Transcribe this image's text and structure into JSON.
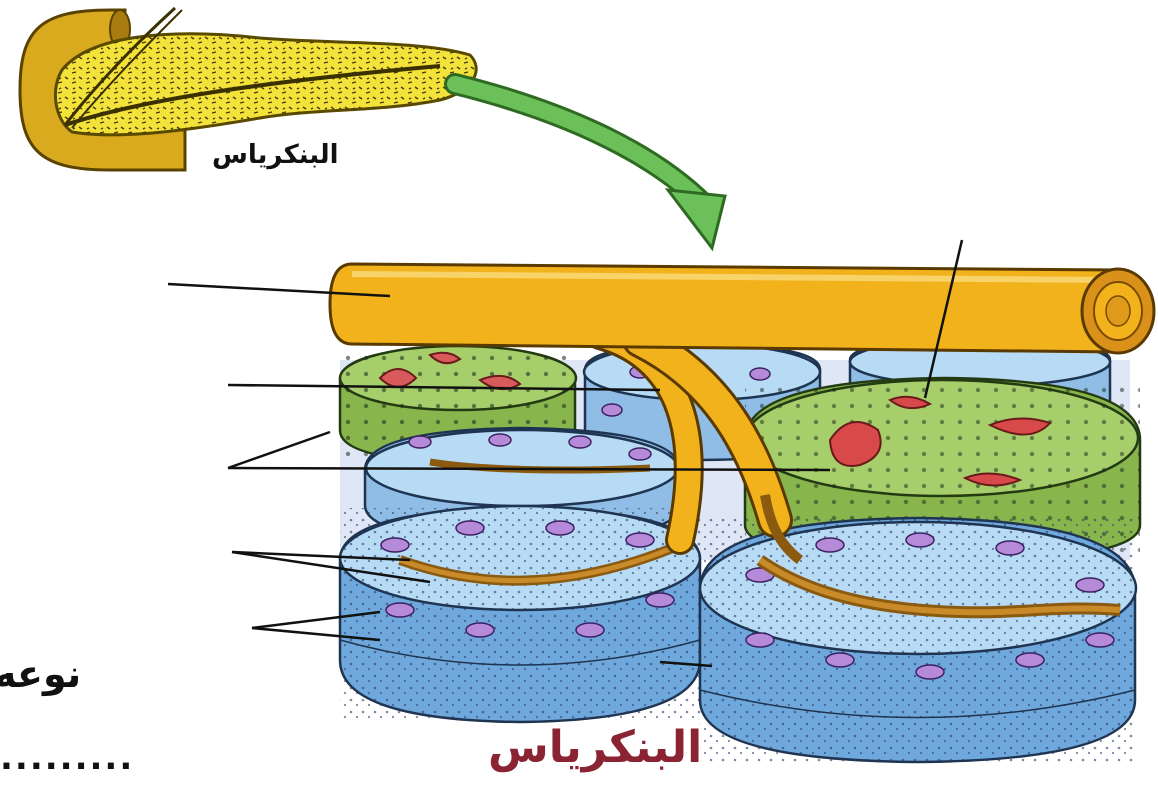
{
  "labels": {
    "pancreas_small": "البنكرياس",
    "pancreas_title": "البنكرياس",
    "cut_text": "نوعه",
    "answer_blank": "........."
  },
  "colors": {
    "pancreas_organ": "#f2e23a",
    "duodenum": "#d9a91e",
    "arrow": "#66bb55",
    "duct": "#f2b21c",
    "islet_cells": "#a6cf6b",
    "acinar_cells": "#a9d3f0",
    "nucleus": "#b58ad8",
    "blood_vessel": "#d84a4a",
    "title_text": "#8a2432"
  }
}
